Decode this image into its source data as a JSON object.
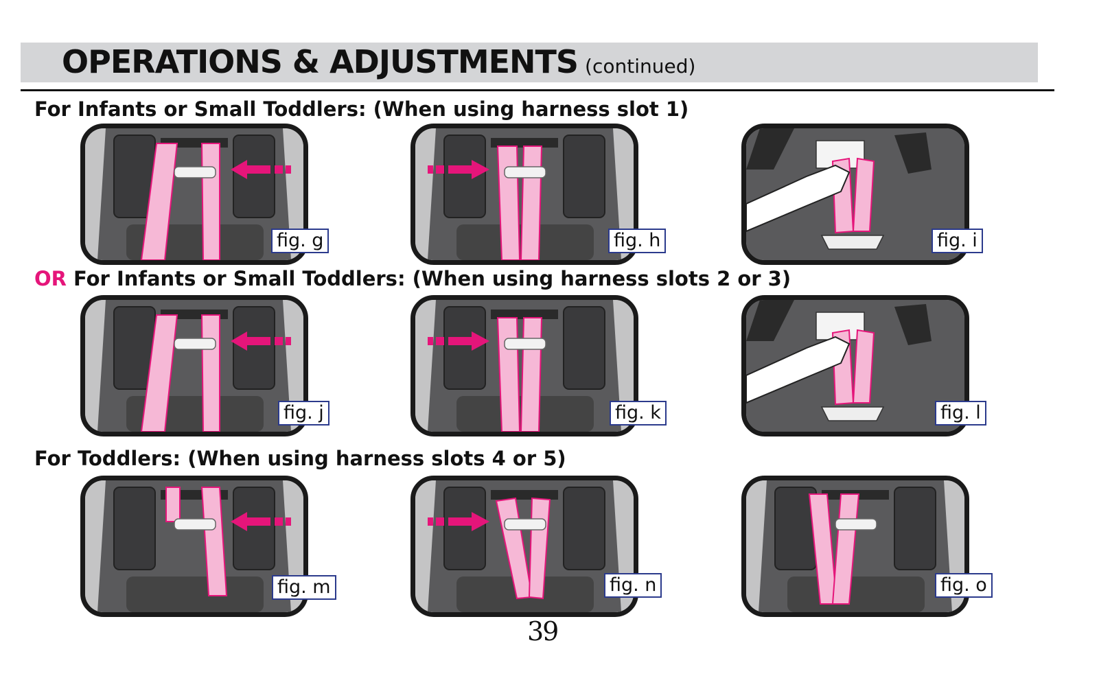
{
  "header": {
    "title": "OPERATIONS & ADJUSTMENTS",
    "subtitle": "(continued)"
  },
  "sections": [
    {
      "prefix": "",
      "heading": "For Infants or Small Toddlers: (When using harness slot 1)"
    },
    {
      "prefix": "OR",
      "heading": "For Infants or Small Toddlers: (When using harness slots 2 or 3)"
    },
    {
      "prefix": "",
      "heading": "For Toddlers: (When using harness slots 4 or 5)"
    }
  ],
  "figures": [
    {
      "label": "fig. g",
      "kind": "seat-back",
      "arrow": "left"
    },
    {
      "label": "fig. h",
      "kind": "seat-back",
      "arrow": "right"
    },
    {
      "label": "fig. i",
      "kind": "hand-pull"
    },
    {
      "label": "fig. j",
      "kind": "seat-back",
      "arrow": "left"
    },
    {
      "label": "fig. k",
      "kind": "seat-back",
      "arrow": "right"
    },
    {
      "label": "fig. l",
      "kind": "hand-pull"
    },
    {
      "label": "fig. m",
      "kind": "seat-back",
      "arrow": "left"
    },
    {
      "label": "fig. n",
      "kind": "seat-back",
      "arrow": "right"
    },
    {
      "label": "fig. o",
      "kind": "seat-back"
    }
  ],
  "colors": {
    "accent": "#e5157a",
    "strap": "#f6b8d6",
    "seat_dark": "#3a3a3c",
    "seat_mid": "#5a5a5c",
    "label_border": "#2b3a8c"
  },
  "page_number": "39"
}
